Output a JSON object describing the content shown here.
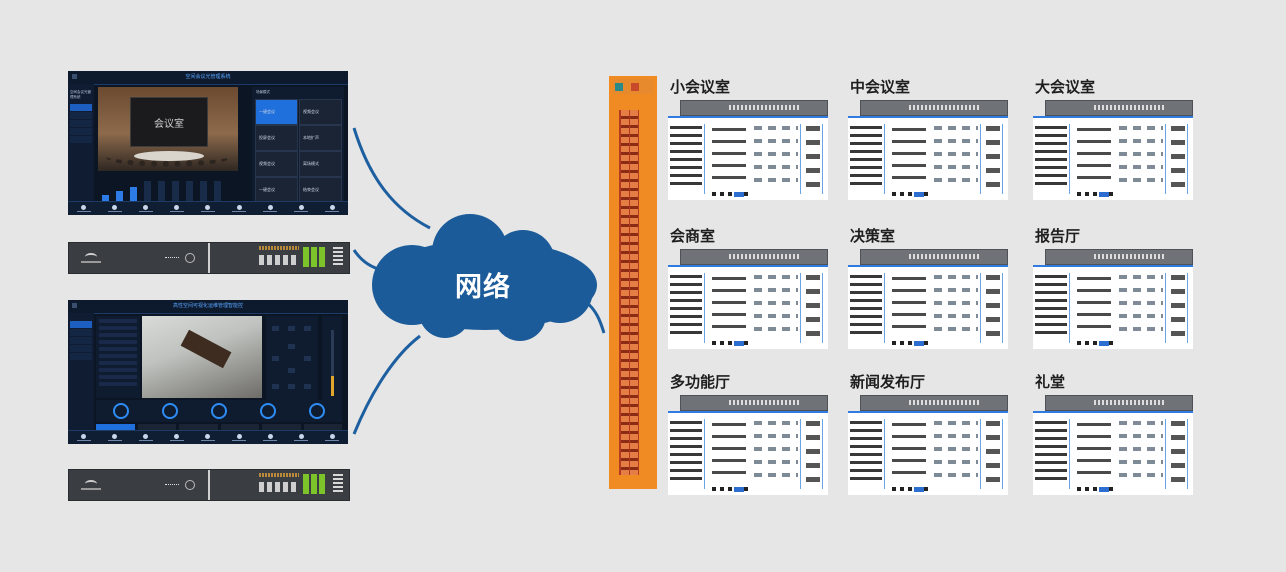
{
  "network": {
    "label": "网络"
  },
  "panel_top": {
    "title": "空间会议光管理系统",
    "menu_header": "空间会议光管理系统",
    "room_label": "会议室",
    "scenes_header": "场景模式",
    "scenes": [
      "一键会议",
      "视频会议",
      "投屏会议",
      "本地扩声",
      "视频会议",
      "离场模式",
      "一键会议",
      "结束会议"
    ]
  },
  "panel_bottom": {
    "title": "高性空间可视化运维管理智能控"
  },
  "rooms": [
    {
      "name": "小会议室"
    },
    {
      "name": "中会议室"
    },
    {
      "name": "大会议室"
    },
    {
      "name": "会商室"
    },
    {
      "name": "决策室"
    },
    {
      "name": "报告厅"
    },
    {
      "name": "多功能厅"
    },
    {
      "name": "新闻发布厅"
    },
    {
      "name": "礼堂"
    }
  ],
  "colors": {
    "background": "#e6e6e6",
    "cloud": "#1c5b99",
    "switch_orange": "#ef8b22",
    "switch_ports": "#b33a1f",
    "panel_dark": "#0c1524",
    "accent_blue": "#1f6fdc"
  }
}
